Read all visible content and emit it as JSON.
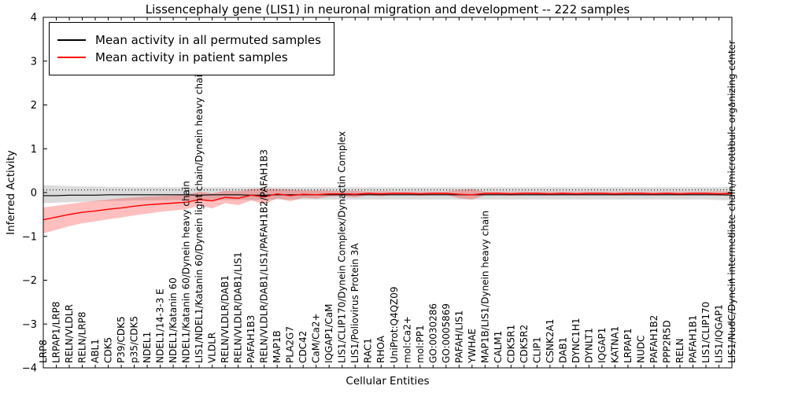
{
  "chart_data": {
    "type": "line",
    "title": "Lissencephaly gene (LIS1) in neuronal migration and development -- 222 samples",
    "xlabel": "Cellular Entities",
    "ylabel": "Inferred Activity",
    "ylim": [
      -4,
      4
    ],
    "yticks": [
      -4,
      -3,
      -2,
      -1,
      0,
      1,
      2,
      3,
      4
    ],
    "grid": false,
    "legend_position": "upper-left",
    "categories": [
      "LRP8",
      "LRPAP1/LRP8",
      "RELN/VLDLR",
      "RELN/LRP8",
      "ABL1",
      "CDK5",
      "P39/CDK5",
      "p35/CDK5",
      "NDEL1",
      "NDEL1/14-3-3 E",
      "NDEL1/Katanin 60",
      "NDEL1/Katanin 60/Dynein heavy chain",
      "LIS1/NDEL1/Katanin 60/Dynein light chain/Dynein heavy chain",
      "VLDLR",
      "RELN/VLDLR/DAB1",
      "RELN/VLDLR/DAB1/LIS1",
      "PAFAH1B3",
      "RELN/VLDLR/DAB1/LIS1/PAFAH1B2/PAFAH1B3",
      "MAP1B",
      "PLA2G7",
      "CDC42",
      "CaM/Ca2+",
      "IQGAP1/CaM",
      "LIS1/CLIP170/Dynein Complex/Dynactin Complex",
      "LIS1/Poliovirus Protein 3A",
      "RAC1",
      "RHOA",
      "UniProt:Q4QZ09",
      "mol:Ca2+",
      "mol:PP1",
      "GO:0030286",
      "GO:0005869",
      "PAFAH/LIS1",
      "YWHAE",
      "MAP1B/LIS1/Dynein heavy chain",
      "CALM1",
      "CDK5R1",
      "CDK5R2",
      "CLIP1",
      "CSNK2A1",
      "DAB1",
      "DYNC1H1",
      "DYNLT1",
      "IQGAP1",
      "KATNA1",
      "LRPAP1",
      "NUDC",
      "PAFAH1B2",
      "PPP2R5D",
      "RELN",
      "PAFAH1B1",
      "LIS1/CLIP170",
      "LIS1/IQGAP1",
      "LIS1/NudC/Dynein intermediate chain/microtubule organizing center"
    ],
    "series": [
      {
        "key": "permuted",
        "name": "Mean activity in all permuted samples",
        "color": "#000000",
        "band_color": "rgba(0,0,0,0.14)",
        "values": [
          -0.07,
          -0.07,
          -0.06,
          -0.06,
          -0.06,
          -0.05,
          -0.05,
          -0.05,
          -0.05,
          -0.05,
          -0.05,
          -0.05,
          -0.06,
          -0.05,
          -0.05,
          -0.05,
          -0.06,
          -0.06,
          -0.05,
          -0.05,
          -0.05,
          -0.05,
          -0.05,
          -0.05,
          -0.05,
          -0.05,
          -0.05,
          -0.05,
          -0.05,
          -0.05,
          -0.05,
          -0.05,
          -0.05,
          -0.05,
          -0.05,
          -0.05,
          -0.05,
          -0.05,
          -0.05,
          -0.05,
          -0.05,
          -0.05,
          -0.05,
          -0.05,
          -0.05,
          -0.05,
          -0.05,
          -0.05,
          -0.05,
          -0.05,
          -0.05,
          -0.05,
          -0.05,
          -0.06
        ],
        "band_upper": [
          0.17,
          0.16,
          0.15,
          0.14,
          0.14,
          0.13,
          0.13,
          0.12,
          0.12,
          0.12,
          0.12,
          0.12,
          0.12,
          0.12,
          0.12,
          0.12,
          0.12,
          0.12,
          0.12,
          0.12,
          0.12,
          0.12,
          0.12,
          0.12,
          0.12,
          0.12,
          0.12,
          0.12,
          0.12,
          0.12,
          0.12,
          0.12,
          0.12,
          0.12,
          0.12,
          0.12,
          0.12,
          0.12,
          0.12,
          0.12,
          0.12,
          0.12,
          0.12,
          0.12,
          0.12,
          0.12,
          0.12,
          0.12,
          0.12,
          0.12,
          0.12,
          0.12,
          0.12,
          0.13
        ],
        "band_lower": [
          -0.24,
          -0.23,
          -0.22,
          -0.21,
          -0.2,
          -0.19,
          -0.19,
          -0.18,
          -0.18,
          -0.18,
          -0.17,
          -0.17,
          -0.17,
          -0.17,
          -0.17,
          -0.17,
          -0.17,
          -0.17,
          -0.16,
          -0.16,
          -0.16,
          -0.16,
          -0.16,
          -0.16,
          -0.16,
          -0.16,
          -0.16,
          -0.16,
          -0.16,
          -0.16,
          -0.16,
          -0.16,
          -0.16,
          -0.16,
          -0.16,
          -0.16,
          -0.16,
          -0.16,
          -0.16,
          -0.16,
          -0.16,
          -0.16,
          -0.16,
          -0.16,
          -0.16,
          -0.16,
          -0.16,
          -0.16,
          -0.16,
          -0.16,
          -0.16,
          -0.16,
          -0.17,
          -0.18
        ]
      },
      {
        "key": "patient",
        "name": "Mean activity in patient samples",
        "color": "#ff0000",
        "band_color": "rgba(255,0,0,0.25)",
        "values": [
          -0.62,
          -0.56,
          -0.5,
          -0.45,
          -0.42,
          -0.38,
          -0.35,
          -0.31,
          -0.28,
          -0.26,
          -0.24,
          -0.22,
          -0.16,
          -0.19,
          -0.11,
          -0.13,
          -0.06,
          -0.1,
          -0.03,
          -0.07,
          -0.04,
          -0.05,
          -0.03,
          -0.03,
          -0.04,
          -0.02,
          -0.03,
          -0.02,
          -0.02,
          -0.03,
          -0.02,
          -0.02,
          -0.04,
          -0.05,
          -0.02,
          -0.02,
          -0.03,
          -0.02,
          -0.02,
          -0.03,
          -0.02,
          -0.03,
          -0.02,
          -0.02,
          -0.03,
          -0.02,
          -0.02,
          -0.03,
          -0.02,
          -0.03,
          -0.02,
          -0.02,
          -0.03,
          -0.02
        ],
        "band_upper": [
          -0.34,
          -0.3,
          -0.26,
          -0.22,
          -0.19,
          -0.16,
          -0.13,
          -0.11,
          -0.09,
          -0.08,
          -0.07,
          -0.05,
          0.02,
          -0.02,
          0.04,
          0.03,
          0.08,
          0.09,
          0.08,
          0.07,
          0.05,
          0.05,
          0.04,
          0.03,
          0.04,
          0.02,
          0.03,
          0.02,
          0.02,
          0.02,
          0.02,
          0.02,
          0.06,
          0.08,
          0.02,
          0.02,
          0.02,
          0.02,
          0.02,
          0.02,
          0.02,
          0.02,
          0.02,
          0.02,
          0.02,
          0.02,
          0.02,
          0.02,
          0.02,
          0.02,
          0.02,
          0.02,
          0.03,
          0.02
        ],
        "band_lower": [
          -0.93,
          -0.85,
          -0.77,
          -0.7,
          -0.66,
          -0.61,
          -0.57,
          -0.52,
          -0.48,
          -0.44,
          -0.41,
          -0.38,
          -0.3,
          -0.36,
          -0.24,
          -0.29,
          -0.18,
          -0.27,
          -0.13,
          -0.2,
          -0.12,
          -0.14,
          -0.09,
          -0.08,
          -0.11,
          -0.06,
          -0.08,
          -0.05,
          -0.05,
          -0.07,
          -0.05,
          -0.05,
          -0.13,
          -0.16,
          -0.06,
          -0.05,
          -0.07,
          -0.05,
          -0.05,
          -0.06,
          -0.05,
          -0.06,
          -0.05,
          -0.05,
          -0.06,
          -0.05,
          -0.05,
          -0.06,
          -0.05,
          -0.06,
          -0.05,
          -0.05,
          -0.07,
          -0.06
        ]
      }
    ],
    "dotted_reference": {
      "value": 0.06,
      "style": "dotted",
      "color": "#000000"
    }
  },
  "legend": {
    "items": [
      {
        "label": "Mean activity in all permuted samples",
        "color": "#000000"
      },
      {
        "label": "Mean activity in patient samples",
        "color": "#ff0000"
      }
    ]
  }
}
